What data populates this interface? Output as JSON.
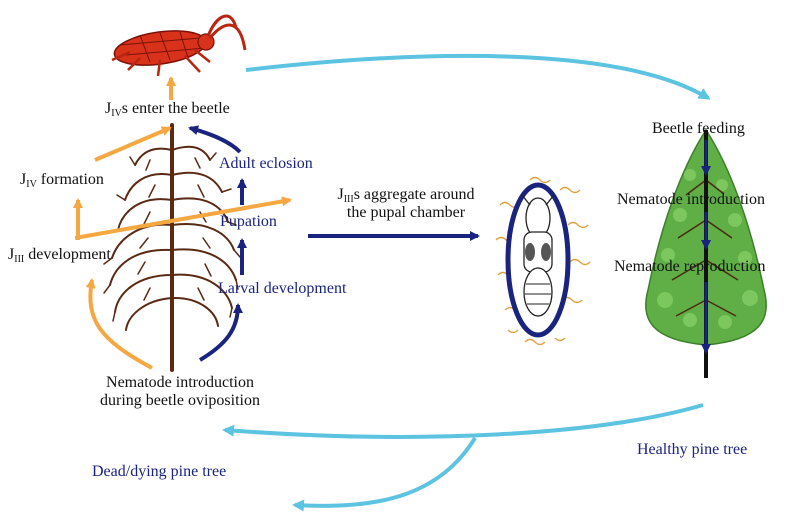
{
  "labels": {
    "j4_enter": {
      "prefix": "J",
      "sub": "IV",
      "rest": "s enter the beetle"
    },
    "j4_formation": {
      "prefix": "J",
      "sub": "IV",
      "rest": " formation"
    },
    "j3_development": {
      "prefix": "J",
      "sub": "III",
      "rest": " development"
    },
    "adult_eclosion": "Adult eclosion",
    "pupation": "Pupation",
    "larval_development": "Larval development",
    "nematode_intro_line1": "Nematode introduction",
    "nematode_intro_line2": "during beetle oviposition",
    "j3_aggregate_line1": {
      "prefix": "J",
      "sub": "III",
      "rest": "s aggregate around"
    },
    "j3_aggregate_line2": "the pupal chamber",
    "beetle_feeding": "Beetle feeding",
    "nematode_introduction": "Nematode introduction",
    "nematode_reproduction": "Nematode reproduction",
    "healthy_pine_tree": "Healthy pine tree",
    "dead_dying_pine_tree": "Dead/dying pine tree"
  },
  "colors": {
    "orange_arrows": "#f5a742",
    "navy_arrows": "#1a237e",
    "cyan_cycle": "#5cc3e0",
    "dead_tree": "#5a2a14",
    "healthy_foliage": "#5fae46",
    "beetle": "#d8321a"
  }
}
